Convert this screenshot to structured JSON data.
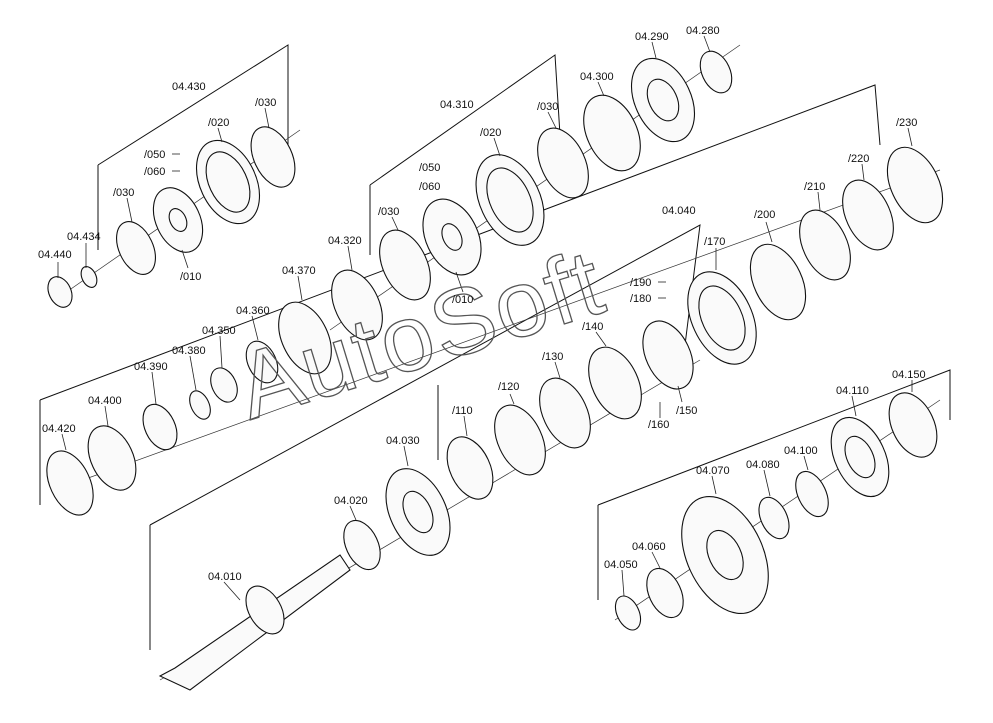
{
  "watermark": "AutoSoft",
  "colors": {
    "line": "#111111",
    "background": "#ffffff"
  },
  "labels": {
    "g1_head": "04.430",
    "g1_020": "/020",
    "g1_030a": "/030",
    "g1_030b": "/030",
    "g1_050": "/050",
    "g1_060": "/060",
    "g1_010": "/010",
    "p04440": "04.440",
    "p04434": "04.434",
    "g2_head": "04.310",
    "g2_020": "/020",
    "g2_030a": "/030",
    "g2_030b": "/030",
    "g2_050": "/050",
    "g2_060": "/060",
    "g2_010": "/010",
    "p04300": "04.300",
    "p04290": "04.290",
    "p04280": "04.280",
    "p04320": "04.320",
    "p04370": "04.370",
    "p04360": "04.360",
    "p04350": "04.350",
    "p04380": "04.380",
    "p04390": "04.390",
    "p04400": "04.400",
    "p04420": "04.420",
    "g3_head": "04.040",
    "g3_230": "/230",
    "g3_220": "/220",
    "g3_210": "/210",
    "g3_200": "/200",
    "g3_170": "/170",
    "g3_190": "/190",
    "g3_180": "/180",
    "g3_140": "/140",
    "g3_130": "/130",
    "g3_120": "/120",
    "g3_110": "/110",
    "g3_150": "/150",
    "g3_160": "/160",
    "p04030": "04.030",
    "p04020": "04.020",
    "p04010": "04.010",
    "p04150": "04.150",
    "p04110": "04.110",
    "p04100": "04.100",
    "p04080": "04.080",
    "p04070": "04.070",
    "p04060": "04.060",
    "p04050": "04.050"
  }
}
